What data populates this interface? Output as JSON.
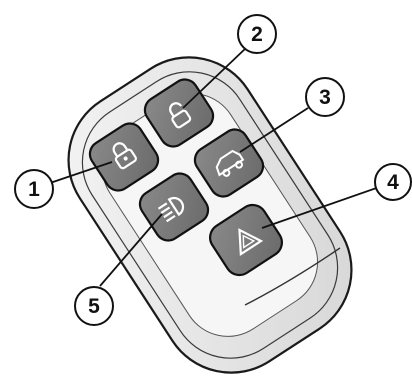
{
  "diagram": {
    "subject": "smart-key-fob",
    "buttons": [
      {
        "number": "1",
        "icon": "lock-icon"
      },
      {
        "number": "2",
        "icon": "unlock-icon"
      },
      {
        "number": "3",
        "icon": "tailgate-icon"
      },
      {
        "number": "4",
        "icon": "hazard-icon"
      },
      {
        "number": "5",
        "icon": "headlight-icon"
      }
    ],
    "colors": {
      "button_face": "#7a7a7a",
      "fob_outline": "#1a1a1a",
      "fob_shade": "#e2e2e2"
    }
  }
}
